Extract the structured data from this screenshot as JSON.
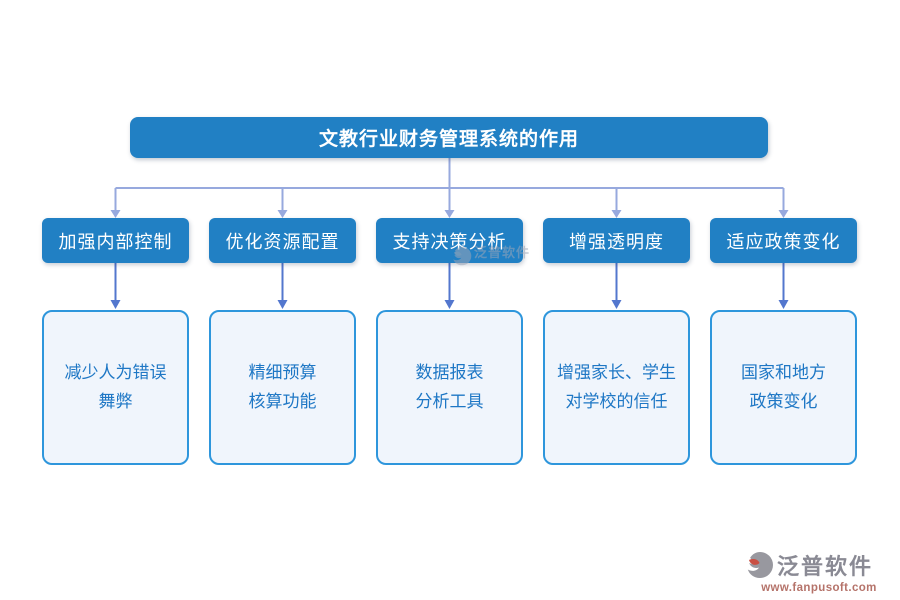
{
  "header": {
    "title": "文教行业财务管理系统的作用"
  },
  "columns": [
    {
      "label": "加强内部控制",
      "detail_line1": "减少人为错误",
      "detail_line2": "舞弊"
    },
    {
      "label": "优化资源配置",
      "detail_line1": "精细预算",
      "detail_line2": "核算功能"
    },
    {
      "label": "支持决策分析",
      "detail_line1": "数据报表",
      "detail_line2": "分析工具"
    },
    {
      "label": "增强透明度",
      "detail_line1": "增强家长、学生",
      "detail_line2": "对学校的信任"
    },
    {
      "label": "适应政策变化",
      "detail_line1": "国家和地方",
      "detail_line2": "政策变化"
    }
  ],
  "watermark": {
    "name": "泛普软件"
  },
  "brand": {
    "name": "泛普软件",
    "url": "www.fanpusoft.com"
  },
  "colors": {
    "node_blue": "#2180C4",
    "detail_border": "#2E96DC",
    "detail_fill": "#F0F5FC",
    "detail_text": "#1E77C5",
    "tree_connector": "#97A9DE",
    "drop_arrow": "#5377CE",
    "brand_gray": "#8A8A94",
    "brand_red": "#C94F43",
    "url_color": "#B5736A"
  }
}
